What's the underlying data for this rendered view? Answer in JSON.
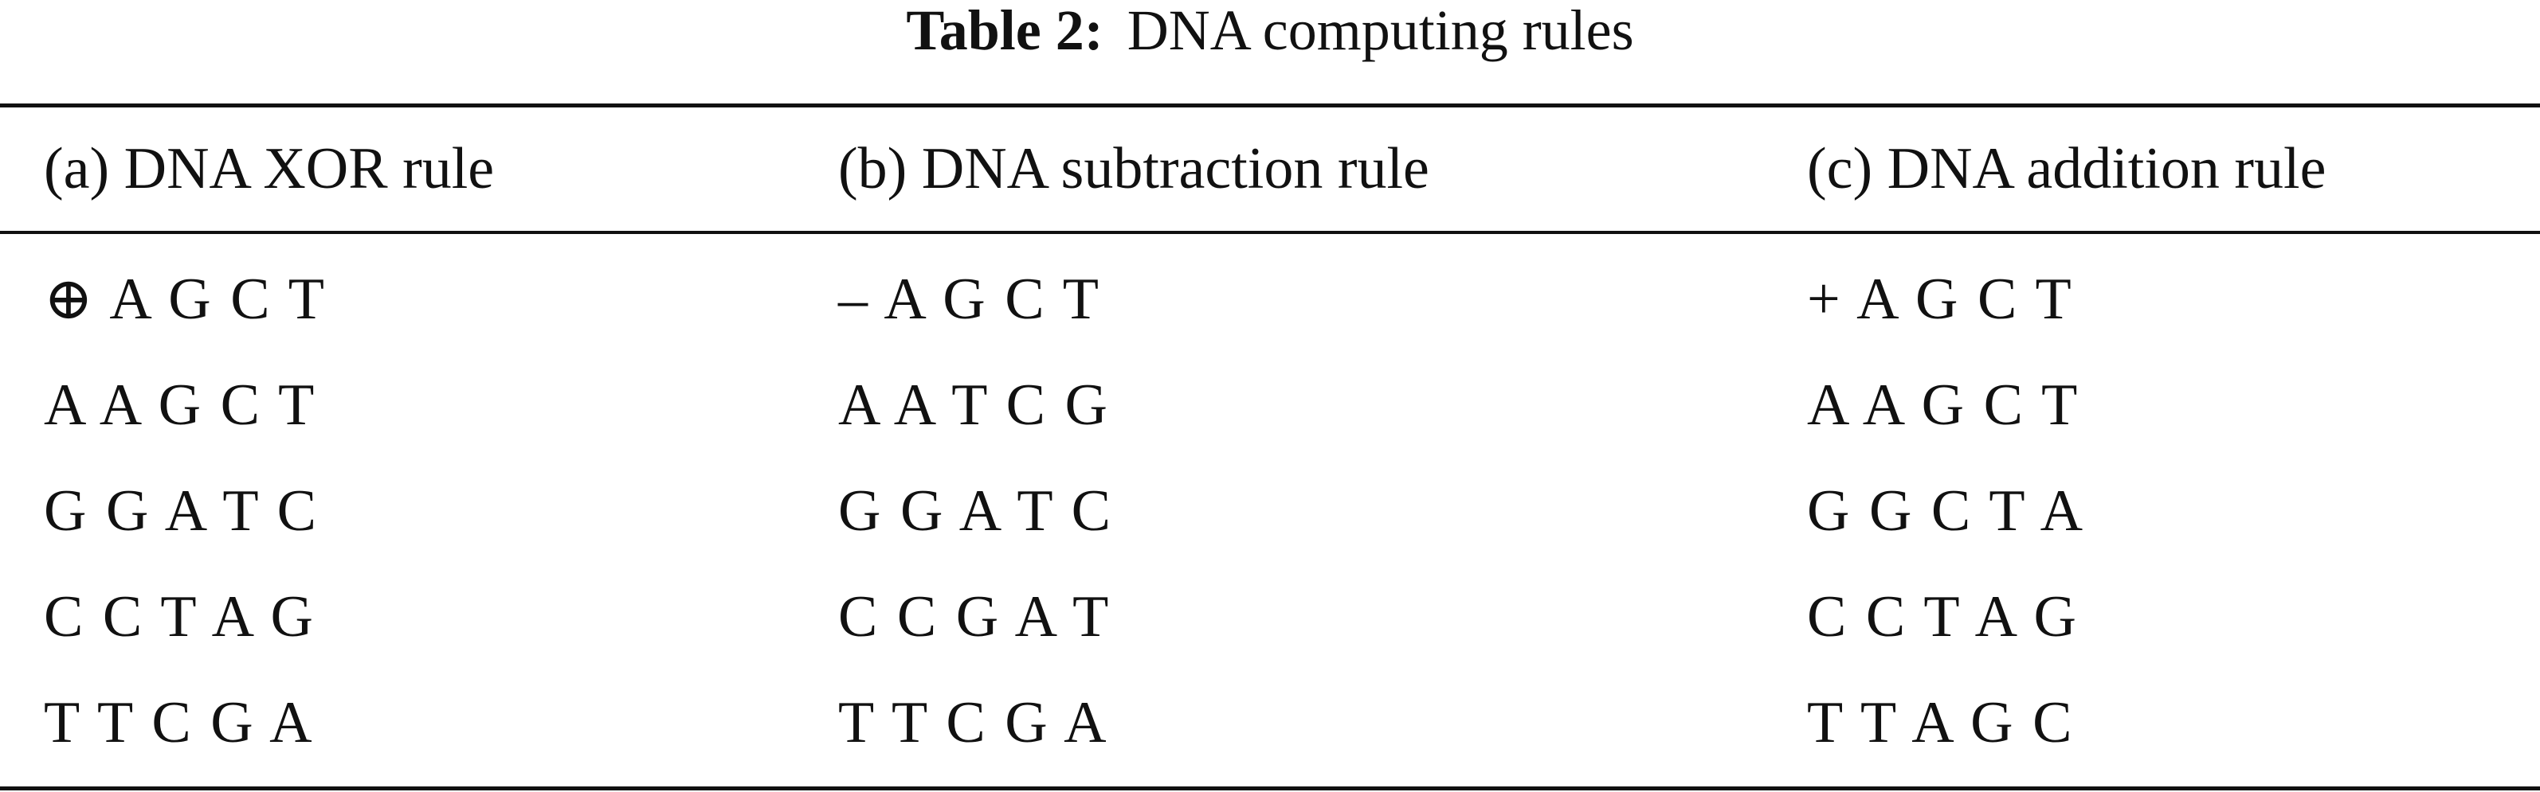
{
  "caption": {
    "label": "Table 2:",
    "title": "DNA computing rules"
  },
  "columns": [
    {
      "header": "(a) DNA XOR rule",
      "rows": [
        "⊕ A G C T",
        "A A G C T",
        "G G A T C",
        "C C T A G",
        "T T C G A"
      ]
    },
    {
      "header": "(b) DNA subtraction rule",
      "rows": [
        "– A G C T",
        "A A T C G",
        "G G A T C",
        "C C G A T",
        "T T C G A"
      ]
    },
    {
      "header": "(c) DNA addition rule",
      "rows": [
        "+ A G C T",
        "A A G C T",
        "G G C T A",
        "C C T A G",
        "T T A G C"
      ]
    }
  ]
}
